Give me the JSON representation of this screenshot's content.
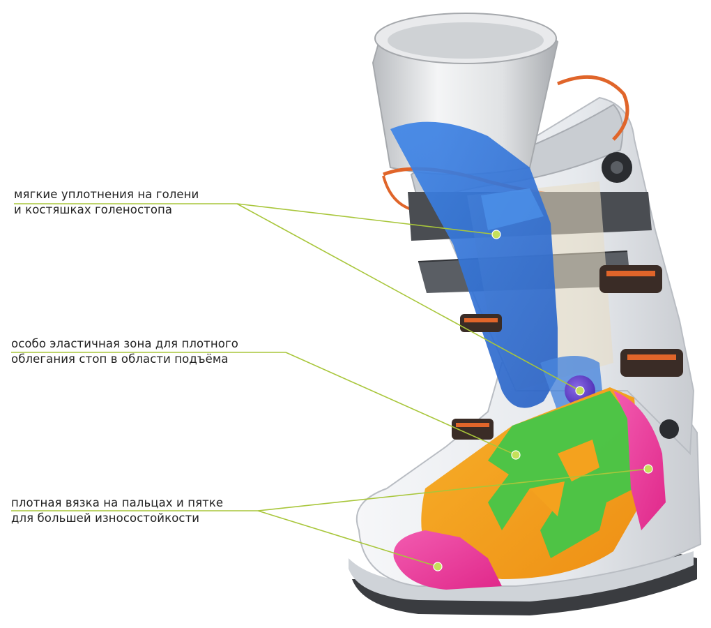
{
  "callouts": [
    {
      "id": "shin",
      "lines": [
        "мягкие уплотнения на голени",
        "и костяшках голеностопа"
      ]
    },
    {
      "id": "instep",
      "lines": [
        "особо эластичная зона для плотного",
        "облегания стоп в области подъёма"
      ]
    },
    {
      "id": "toe",
      "lines": [
        "плотная вязка на пальцах и пятке",
        "для большей износостойкости"
      ]
    }
  ],
  "colors": {
    "leader_line": "#a8c63a",
    "marker_fill": "#c5e05a",
    "shin_pad": "#2f74d8",
    "ankle_pad": "#6a46c8",
    "instep_zone": "#3cc84a",
    "midfoot_zone": "#f4a21e",
    "toe_heel_zone": "#ea3a9a",
    "heel_zone": "#f047b0",
    "shell": "#eef1f5",
    "liner": "#d8dce0",
    "strap": "#4a4d52",
    "buckle_accent": "#e0652a"
  },
  "icons": [
    "boot-illustration",
    "buckle-icon",
    "power-strap-icon",
    "leg-form-icon"
  ]
}
